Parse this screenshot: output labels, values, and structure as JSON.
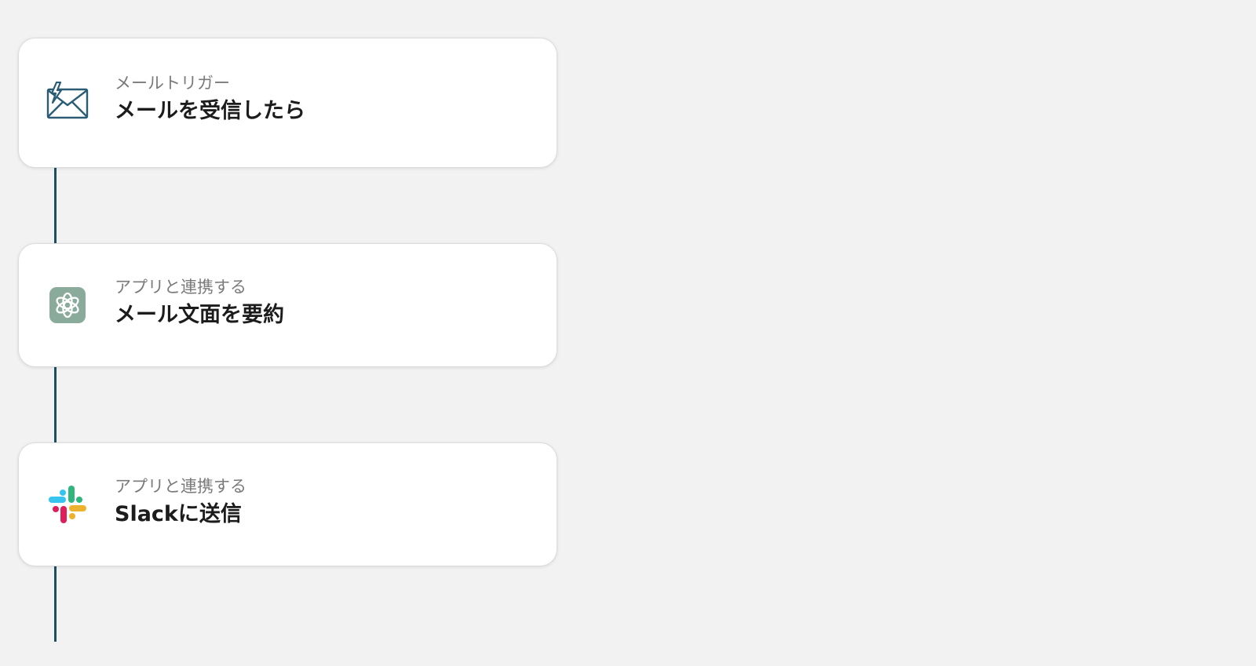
{
  "colors": {
    "background": "#f2f2f2",
    "connector": "#1f4e63",
    "card": "#ffffff",
    "category_text": "#7a7a7a",
    "title_text": "#1c1c1c"
  },
  "steps": [
    {
      "icon": "mail-trigger-icon",
      "category": "メールトリガー",
      "title": "メールを受信したら"
    },
    {
      "icon": "chatgpt-icon",
      "category": "アプリと連携する",
      "title": "メール文面を要約"
    },
    {
      "icon": "slack-icon",
      "category": "アプリと連携する",
      "title": "Slackに送信"
    }
  ]
}
